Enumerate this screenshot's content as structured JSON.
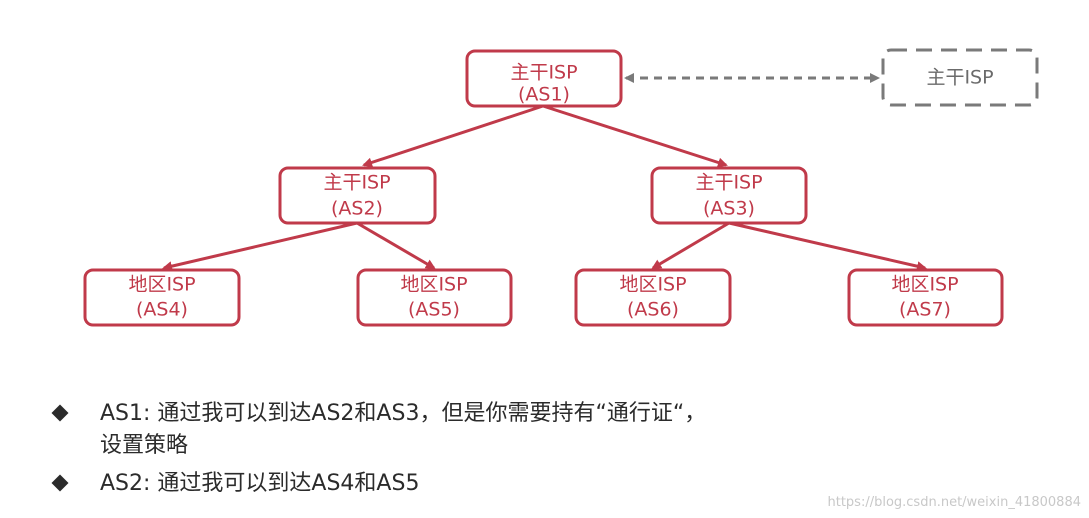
{
  "diagram": {
    "colors": {
      "node_border": "#c03a4a",
      "node_text": "#c03a4a",
      "peer_border": "#7a7a7a",
      "peer_text": "#6b6b6b",
      "peer_link": "#7a7a7a"
    },
    "nodes": {
      "as1": {
        "line1": "主干ISP",
        "line2": "(AS1)"
      },
      "as2": {
        "line1": "主干ISP",
        "line2": "(AS2)"
      },
      "as3": {
        "line1": "主干ISP",
        "line2": "(AS3)"
      },
      "as4": {
        "line1": "地区ISP",
        "line2": "(AS4)"
      },
      "as5": {
        "line1": "地区ISP",
        "line2": "(AS5)"
      },
      "as6": {
        "line1": "地区ISP",
        "line2": "(AS6)"
      },
      "as7": {
        "line1": "地区ISP",
        "line2": "(AS7)"
      },
      "peer": {
        "line1": "主干ISP"
      }
    },
    "edges": [
      {
        "from": "as1",
        "to": "as2"
      },
      {
        "from": "as1",
        "to": "as3"
      },
      {
        "from": "as2",
        "to": "as4"
      },
      {
        "from": "as2",
        "to": "as5"
      },
      {
        "from": "as3",
        "to": "as6"
      },
      {
        "from": "as3",
        "to": "as7"
      }
    ],
    "peer_link": {
      "from": "as1",
      "to": "peer",
      "style": "dashed",
      "direction": "bidirectional"
    }
  },
  "bullets": [
    {
      "icon": "diamond-bullet-icon",
      "text": "AS1: 通过我可以到达AS2和AS3，但是你需要持有“通行证“，",
      "text2": "设置策略"
    },
    {
      "icon": "diamond-bullet-icon",
      "text": "AS2: 通过我可以到达AS4和AS5"
    }
  ],
  "watermark": "https://blog.csdn.net/weixin_41800884"
}
